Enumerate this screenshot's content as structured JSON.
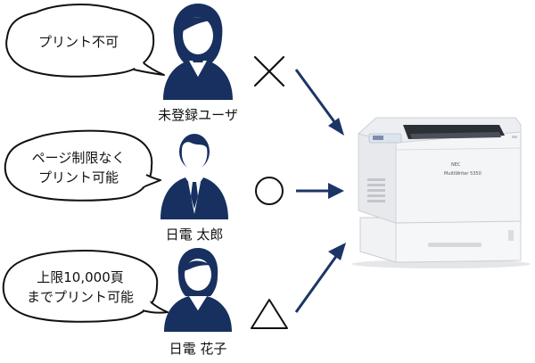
{
  "users": [
    {
      "name": "未登録ユーザ",
      "bubble_lines": [
        "プリント不可"
      ],
      "permission_icon": "cross-mark-icon",
      "person_icon": "woman-user-icon"
    },
    {
      "name": "日電 太郎",
      "bubble_lines": [
        "ページ制限なく",
        "プリント可能"
      ],
      "permission_icon": "circle-mark-icon",
      "person_icon": "man-user-icon"
    },
    {
      "name": "日電 花子",
      "bubble_lines": [
        "上限10,000頁",
        "までプリント可能"
      ],
      "permission_icon": "triangle-mark-icon",
      "person_icon": "woman-user-icon"
    }
  ],
  "printer": {
    "brand": "NEC",
    "model": "MultiWriter 5350",
    "icon": "printer-icon"
  },
  "colors": {
    "navy": "#17305f",
    "arrow": "#1c3567",
    "bubble_stroke": "#111111"
  }
}
